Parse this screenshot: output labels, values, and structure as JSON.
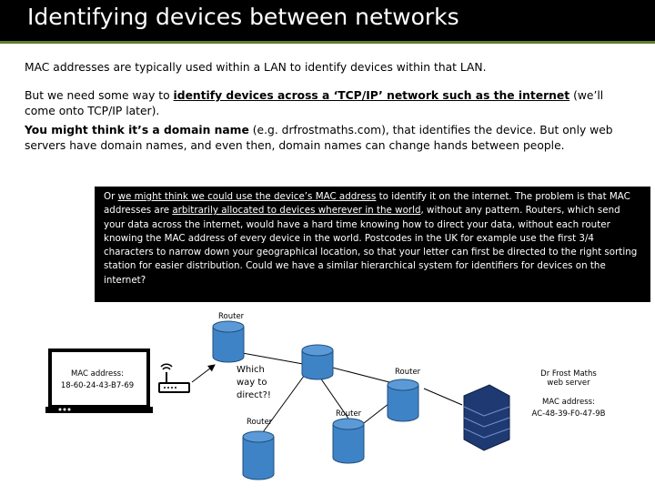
{
  "title": "Identifying devices between networks",
  "para1": "MAC addresses are typically used within a LAN to identify devices within that LAN.",
  "para2": {
    "pre": "But we need some way to ",
    "bold_ul": "identify devices across a ‘TCP/IP’ network such as the internet",
    "post": " (we’ll come onto TCP/IP later)."
  },
  "para3": {
    "bold": "You might think it’s a domain name",
    "rest": " (e.g. drfrostmaths.com), that identifies the device. But only web servers have domain names, and even then, domain names can change hands between people."
  },
  "callout": {
    "t1": "Or ",
    "u1": "we might think we could use the device’s MAC address",
    "t2": " to identify it on the internet. The problem is that MAC addresses are ",
    "u2": "arbitrarily allocated to devices wherever in the world",
    "t3": ", without any pattern. Routers, which send your data across the internet, would have a hard time knowing how to direct your data, without each router knowing the MAC address of every device in the world. Postcodes in the UK for example use the first 3/4 characters to narrow down your geographical location, so that your letter can first be directed to the right sorting station for easier distribution. Could we have a similar hierarchical system for identifiers for devices on the internet?"
  },
  "diagram": {
    "router_label": "Router",
    "laptop_mac_label": "MAC address:",
    "laptop_mac_value": "18-60-24-43-B7-69",
    "question": [
      "Which",
      "way to",
      "direct?!"
    ],
    "server_name": [
      "Dr Frost Maths",
      "web server"
    ],
    "server_mac_label": "MAC address:",
    "server_mac_value": "AC-48-39-F0-47-9B",
    "colors": {
      "cylinder": "#3f83c7",
      "cylinder_edge": "#1f4f7d",
      "server": "#1f3a72"
    }
  }
}
